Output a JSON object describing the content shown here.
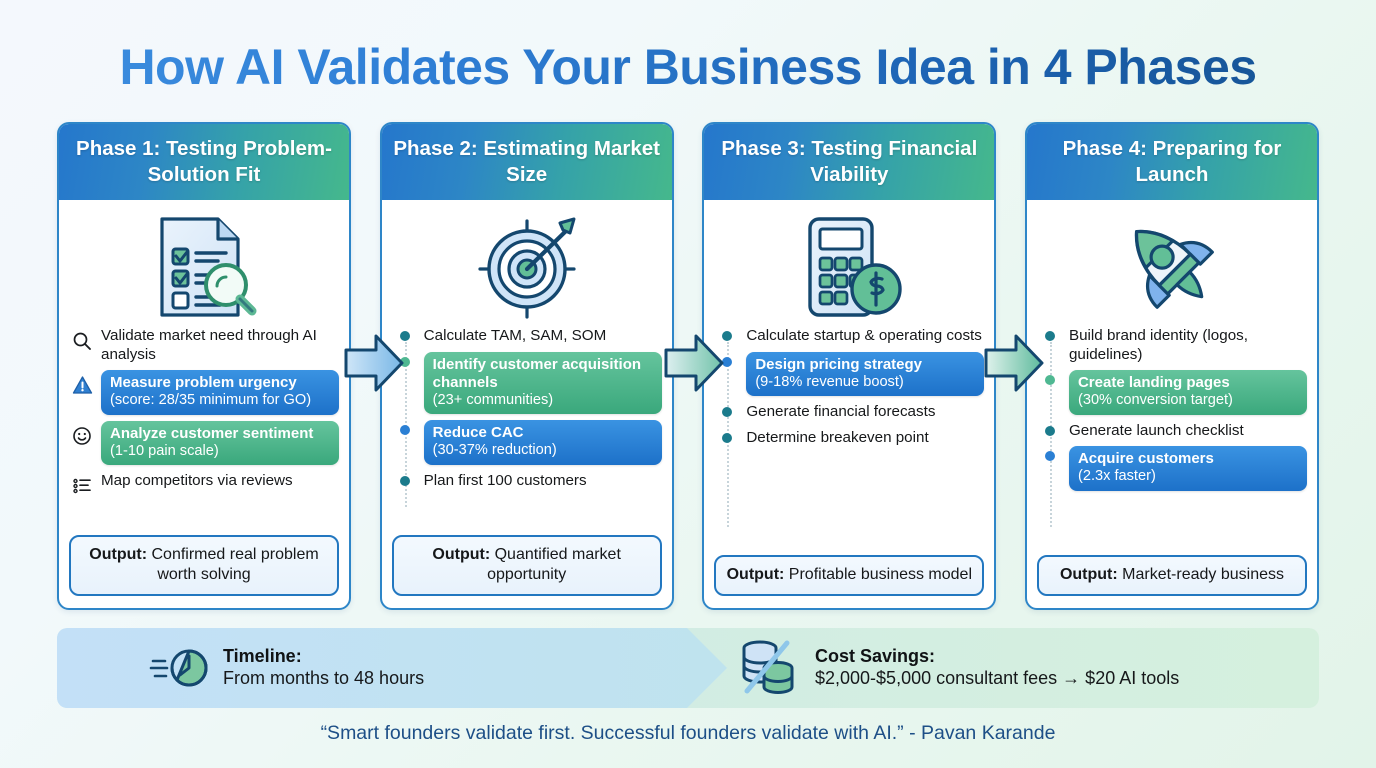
{
  "title": "How AI Validates Your Business Idea in 4 Phases",
  "phases": [
    {
      "header": "Phase 1: Testing Problem-Solution Fit",
      "illustration": "checklist-magnifier-icon",
      "bullets": [
        {
          "marker": "search-icon",
          "style": "plain",
          "text": "Validate market need through AI analysis"
        },
        {
          "marker": "warning-icon",
          "style": "pill-blue",
          "highlight": "Measure problem urgency",
          "sub": "(score: 28/35 minimum for GO)"
        },
        {
          "marker": "smiley-icon",
          "style": "pill-green",
          "highlight": "Analyze customer sentiment",
          "sub": "(1-10 pain scale)"
        },
        {
          "marker": "list-icon",
          "style": "plain",
          "text": "Map competitors via reviews"
        }
      ],
      "output_label": "Output:",
      "output_text": "Confirmed real problem worth solving"
    },
    {
      "header": "Phase 2: Estimating Market Size",
      "illustration": "target-arrow-icon",
      "bullets": [
        {
          "marker": "dot-teal",
          "style": "plain",
          "text": "Calculate TAM, SAM, SOM"
        },
        {
          "marker": "dot-green",
          "style": "pill-green",
          "highlight": "Identify customer acquisition channels",
          "sub": "(23+ communities)"
        },
        {
          "marker": "dot-blue",
          "style": "pill-blue",
          "highlight": "Reduce CAC",
          "sub": "(30-37% reduction)"
        },
        {
          "marker": "dot-teal",
          "style": "plain",
          "text": "Plan first 100 customers"
        }
      ],
      "output_label": "Output:",
      "output_text": "Quantified market opportunity"
    },
    {
      "header": "Phase 3: Testing Financial Viability",
      "illustration": "calculator-dollar-icon",
      "bullets": [
        {
          "marker": "dot-teal",
          "style": "plain",
          "text": "Calculate startup & operating costs"
        },
        {
          "marker": "dot-blue",
          "style": "pill-blue",
          "highlight": "Design pricing strategy",
          "sub": "(9-18% revenue boost)"
        },
        {
          "marker": "dot-teal",
          "style": "plain",
          "text": "Generate financial forecasts"
        },
        {
          "marker": "dot-teal",
          "style": "plain",
          "text": "Determine breakeven point"
        }
      ],
      "output_label": "Output:",
      "output_text": "Profitable business model"
    },
    {
      "header": "Phase 4: Preparing for Launch",
      "illustration": "rocket-icon",
      "bullets": [
        {
          "marker": "dot-teal",
          "style": "plain",
          "text": "Build brand identity (logos, guidelines)"
        },
        {
          "marker": "dot-green",
          "style": "pill-green",
          "highlight": "Create landing pages",
          "sub": "(30% conversion target)"
        },
        {
          "marker": "dot-teal",
          "style": "plain",
          "text": "Generate launch checklist"
        },
        {
          "marker": "dot-blue",
          "style": "pill-blue",
          "highlight": "Acquire customers",
          "sub": "(2.3x faster)"
        }
      ],
      "output_label": "Output:",
      "output_text": "Market-ready business"
    }
  ],
  "banner": {
    "timeline": {
      "icon": "speed-clock-icon",
      "label": "Timeline:",
      "value": "From months to 48 hours"
    },
    "savings": {
      "icon": "coin-stack-icon",
      "label": "Cost Savings:",
      "value": "$2,000-$5,000 consultant fees → $20 AI tools"
    }
  },
  "quote": "“Smart founders validate first. Successful founders validate with AI.” - Pavan Karande",
  "colors": {
    "header_start": "#2577cc",
    "header_end": "#45b88c",
    "pill_blue": "#2a7fd4",
    "pill_green": "#4aae83",
    "card_border": "#2e86c8",
    "title_blue": "#1d64b4",
    "quote_blue": "#1d4f87"
  }
}
